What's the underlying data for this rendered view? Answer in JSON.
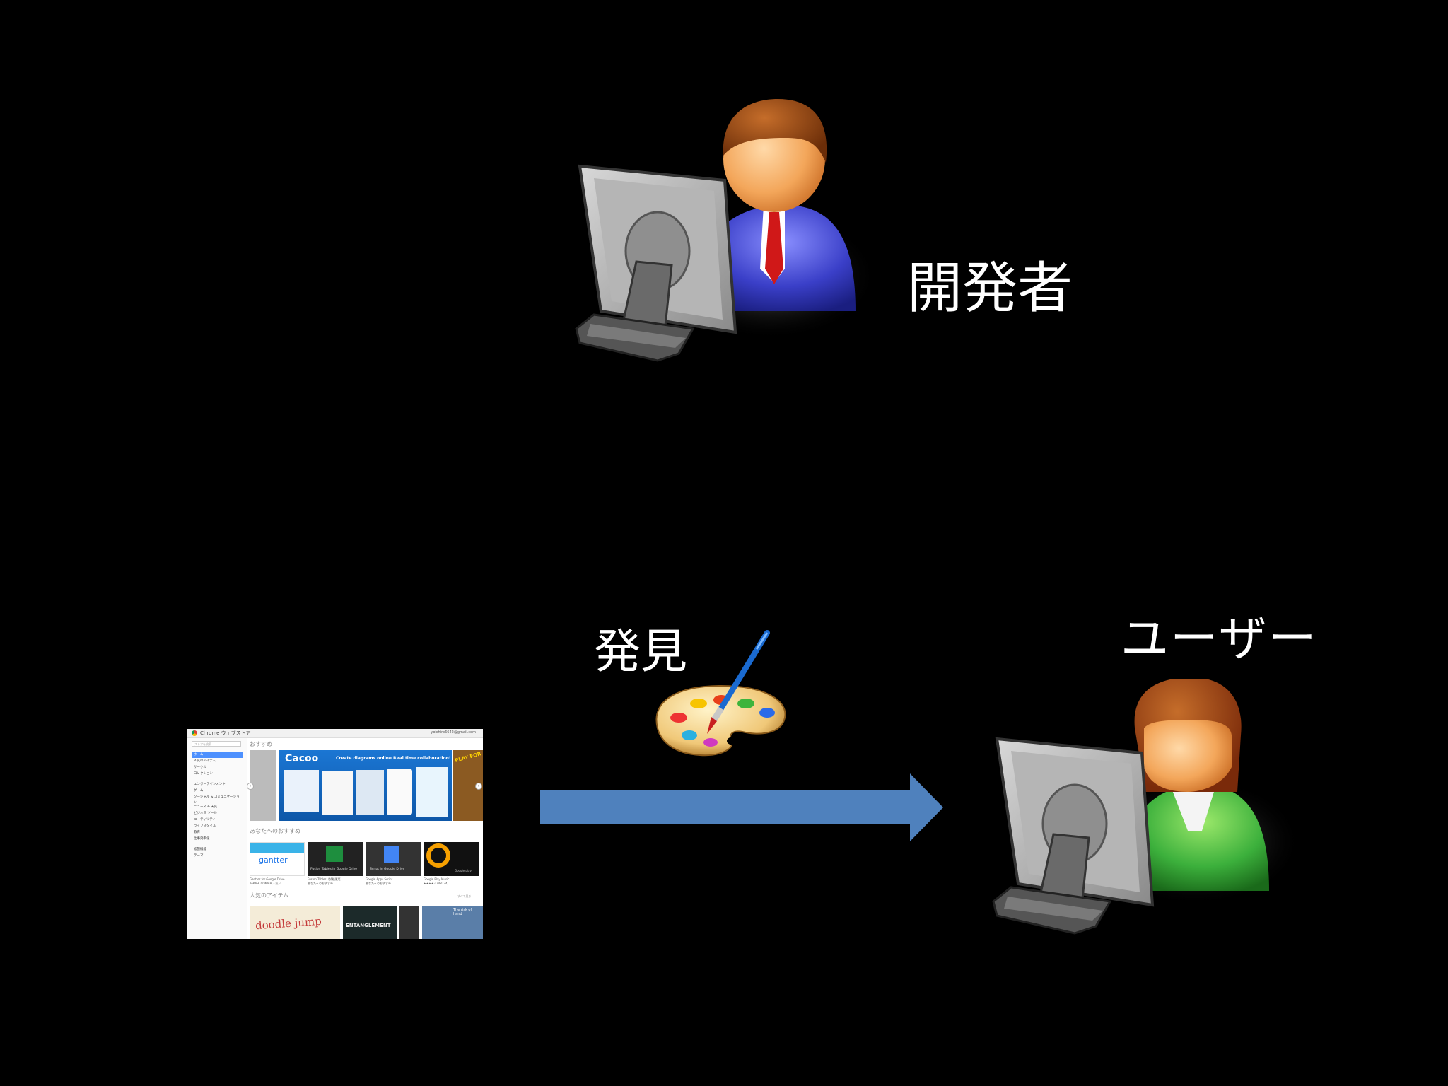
{
  "labels": {
    "developer": "開発者",
    "user": "ユーザー",
    "discover": "発見"
  },
  "store": {
    "title": "Chrome ウェブストア",
    "account": "yoichiro6642@gmail.com",
    "search_placeholder": "ストアを検索",
    "nav": [
      "ホーム",
      "人気のアイテム",
      "サークル",
      "コレクション",
      "エンターテインメント",
      "ゲーム",
      "ソーシャル & コミュニケーション",
      "ニュース & 天気",
      "ビジネス ツール",
      "ユーティリティ",
      "ライフスタイル",
      "教育",
      "仕事効率化",
      "拡張機能",
      "テーマ"
    ],
    "sections": {
      "featured": "おすすめ",
      "for_you": "あなたへのおすすめ",
      "popular": "人気のアイテム"
    },
    "banner": {
      "brand": "Cacoo",
      "tagline": "Create diagrams online Real time collaboration!",
      "play": "PLAY FOR"
    },
    "apps": [
      {
        "name": "Gantter for Google Drive",
        "sub": "TAKAHI COMMA 人気 ☆",
        "tile_text": "gantter"
      },
      {
        "name": "Fusion Tables（試験運用）",
        "sub": "あなたへのおすすめ",
        "tile_text": "Fusion Tables in Google Drive"
      },
      {
        "name": "Google Apps Script",
        "sub": "あなたへのおすすめ",
        "tile_text": "Script in Google Drive"
      },
      {
        "name": "Google Play Music",
        "sub": "★★★★☆ (48234)",
        "tile_text": "Google play"
      }
    ],
    "popular_tiles": [
      "doodle jump",
      "ENTANGLEMENT",
      "The risk of hand"
    ],
    "see_all": "すべて見る"
  },
  "colors": {
    "background": "#000000",
    "text": "#ffffff",
    "arrow": "#4f81bd"
  }
}
